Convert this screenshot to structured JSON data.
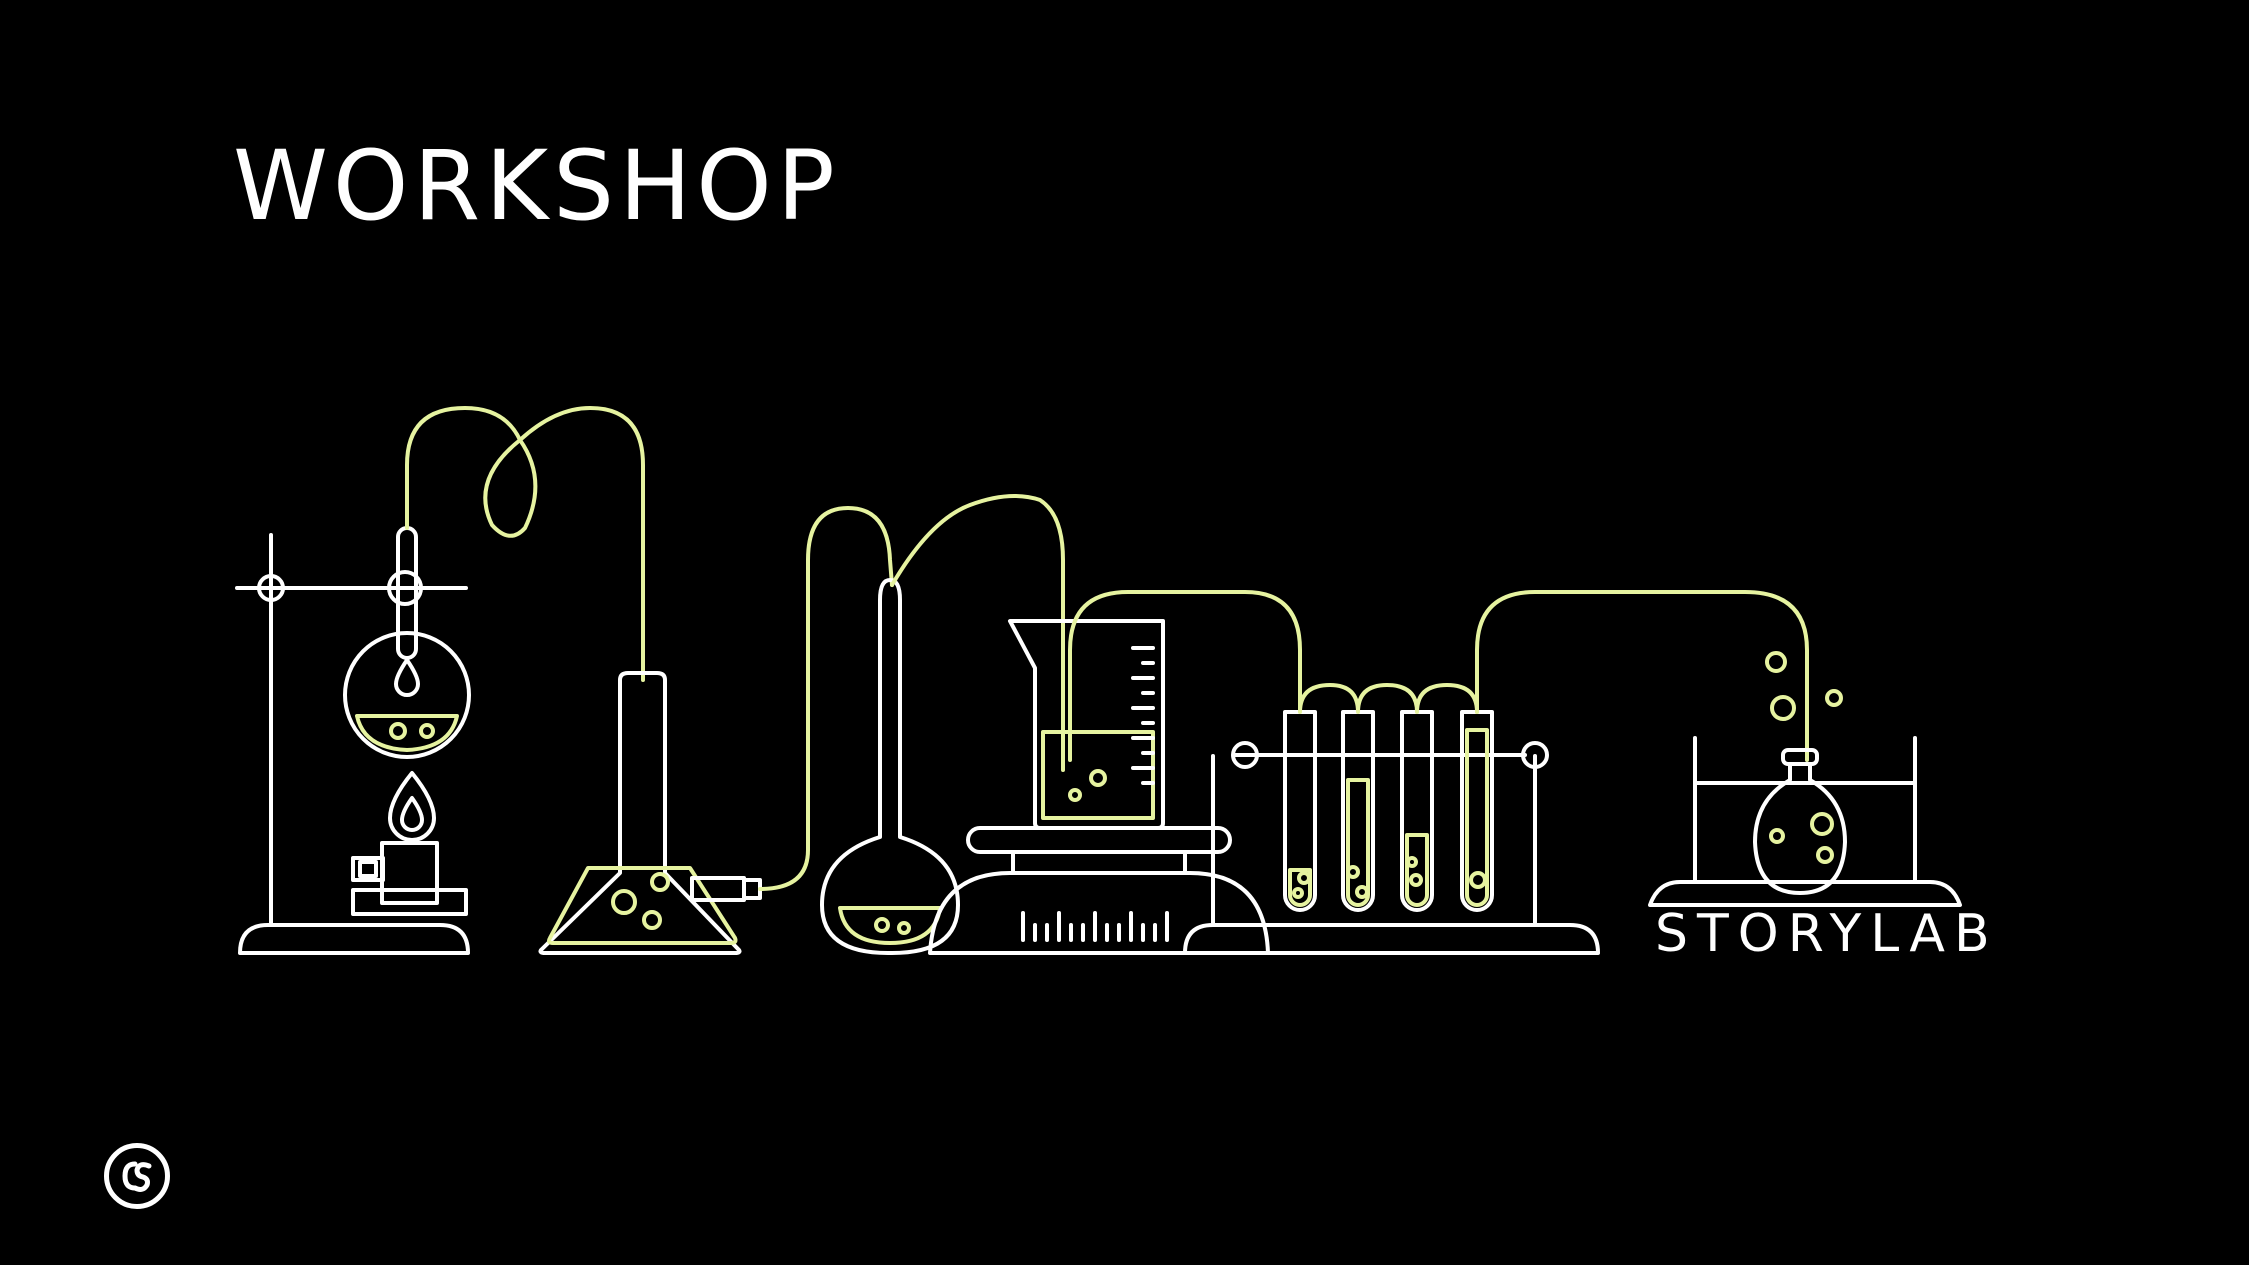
{
  "slide": {
    "title": "WORKSHOP",
    "brand_name": "STORYLAB",
    "logo_text": "CS"
  },
  "colors": {
    "background": "#000000",
    "line_white": "#ffffff",
    "line_accent": "#e6f3a0"
  },
  "illustration": {
    "icon": "chemistry-lab-apparatus-illustration"
  }
}
